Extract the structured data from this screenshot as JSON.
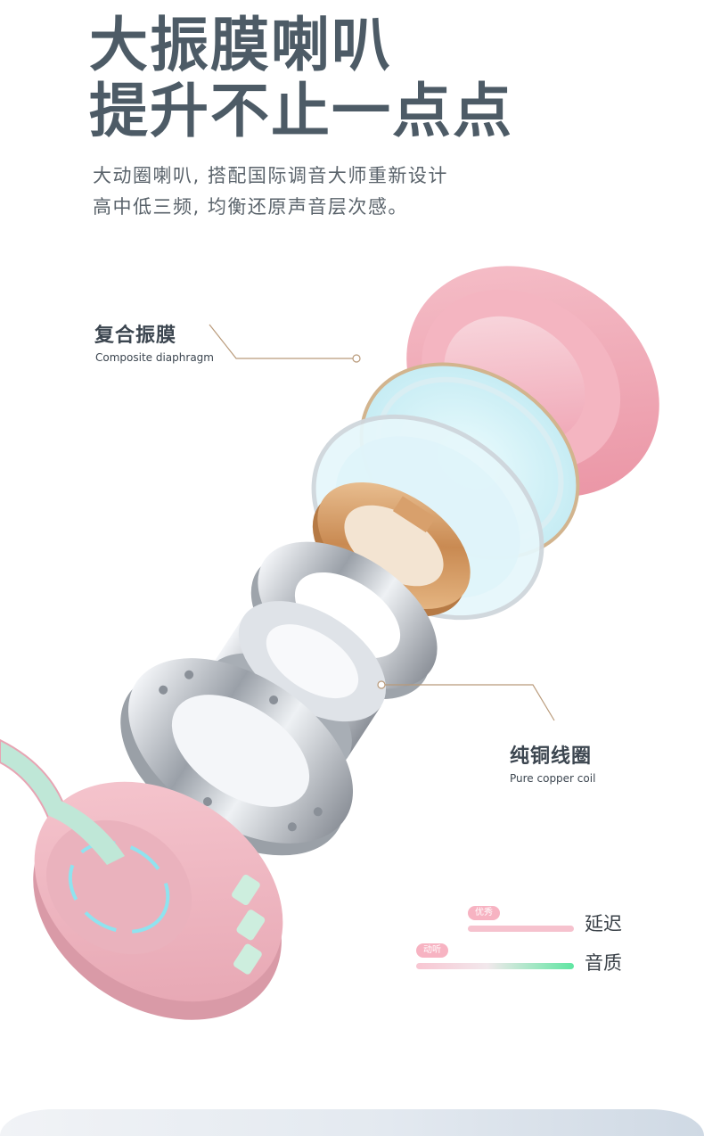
{
  "headline": {
    "line1": "大振膜喇叭",
    "line2": "提升不止一点点"
  },
  "subtitle": {
    "line1": "大动圈喇叭, 搭配国际调音大师重新设计",
    "line2": "高中低三频, 均衡还原声音层次感。"
  },
  "callouts": {
    "diaphragm": {
      "title": "复合振膜",
      "subtitle": "Composite diaphragm"
    },
    "coil": {
      "title": "纯铜线圈",
      "subtitle": "Pure copper coil"
    }
  },
  "metrics": [
    {
      "badge": "优秀",
      "label": "延迟",
      "level": 0.75
    },
    {
      "badge": "动听",
      "label": "音质",
      "level": 1.0
    }
  ],
  "colors": {
    "headline": "#4d5b66",
    "leader_line": "#b99a7a",
    "badge": "#f7b3c2",
    "latency_bar": "#f6c2ce",
    "quality_bar_start": "#f8c6d2",
    "quality_bar_end": "#5fe6a2",
    "ear_pad": "#f2a9b7",
    "copper": "#d9a46f",
    "silver": "#c9ccd2"
  }
}
